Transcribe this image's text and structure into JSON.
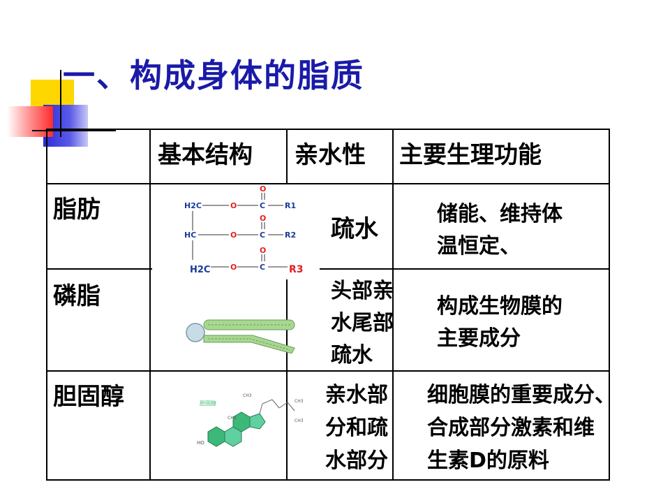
{
  "title": "一、构成身体的脂质",
  "headers": {
    "structure": "基本结构",
    "hydrophilicity": "亲水性",
    "function": "主要生理功能"
  },
  "rows": [
    {
      "name": "脂肪",
      "hydro": [
        "疏水"
      ],
      "func": [
        "储能、维持体",
        "温恒定、"
      ]
    },
    {
      "name": "磷脂",
      "hydro": [
        "头部亲",
        "水尾部",
        "疏水"
      ],
      "func": [
        "构成生物膜的",
        "主要成分"
      ]
    },
    {
      "name": "胆固醇",
      "hydro": [
        "亲水部",
        "分和疏",
        "水部分"
      ],
      "func": [
        "细胞膜的重要成分、",
        "合成部分激素和维",
        "生素D的原料"
      ]
    }
  ],
  "fat_formula": {
    "c1": "H2C",
    "c2": "HC",
    "c3": "H2C",
    "o": "O",
    "c": "C",
    "r1": "R1",
    "r2": "R2",
    "r3": "R3"
  },
  "cholesterol_labels": {
    "name": "胆固醇",
    "ho": "HO",
    "ch3": "CH3"
  },
  "colors": {
    "title": "#1a1aa8",
    "formula_red": "#e02020",
    "formula_blue": "#1a3a9a",
    "phospholipid_green": "#a8d890",
    "cholesterol_green": "#3cb878"
  }
}
